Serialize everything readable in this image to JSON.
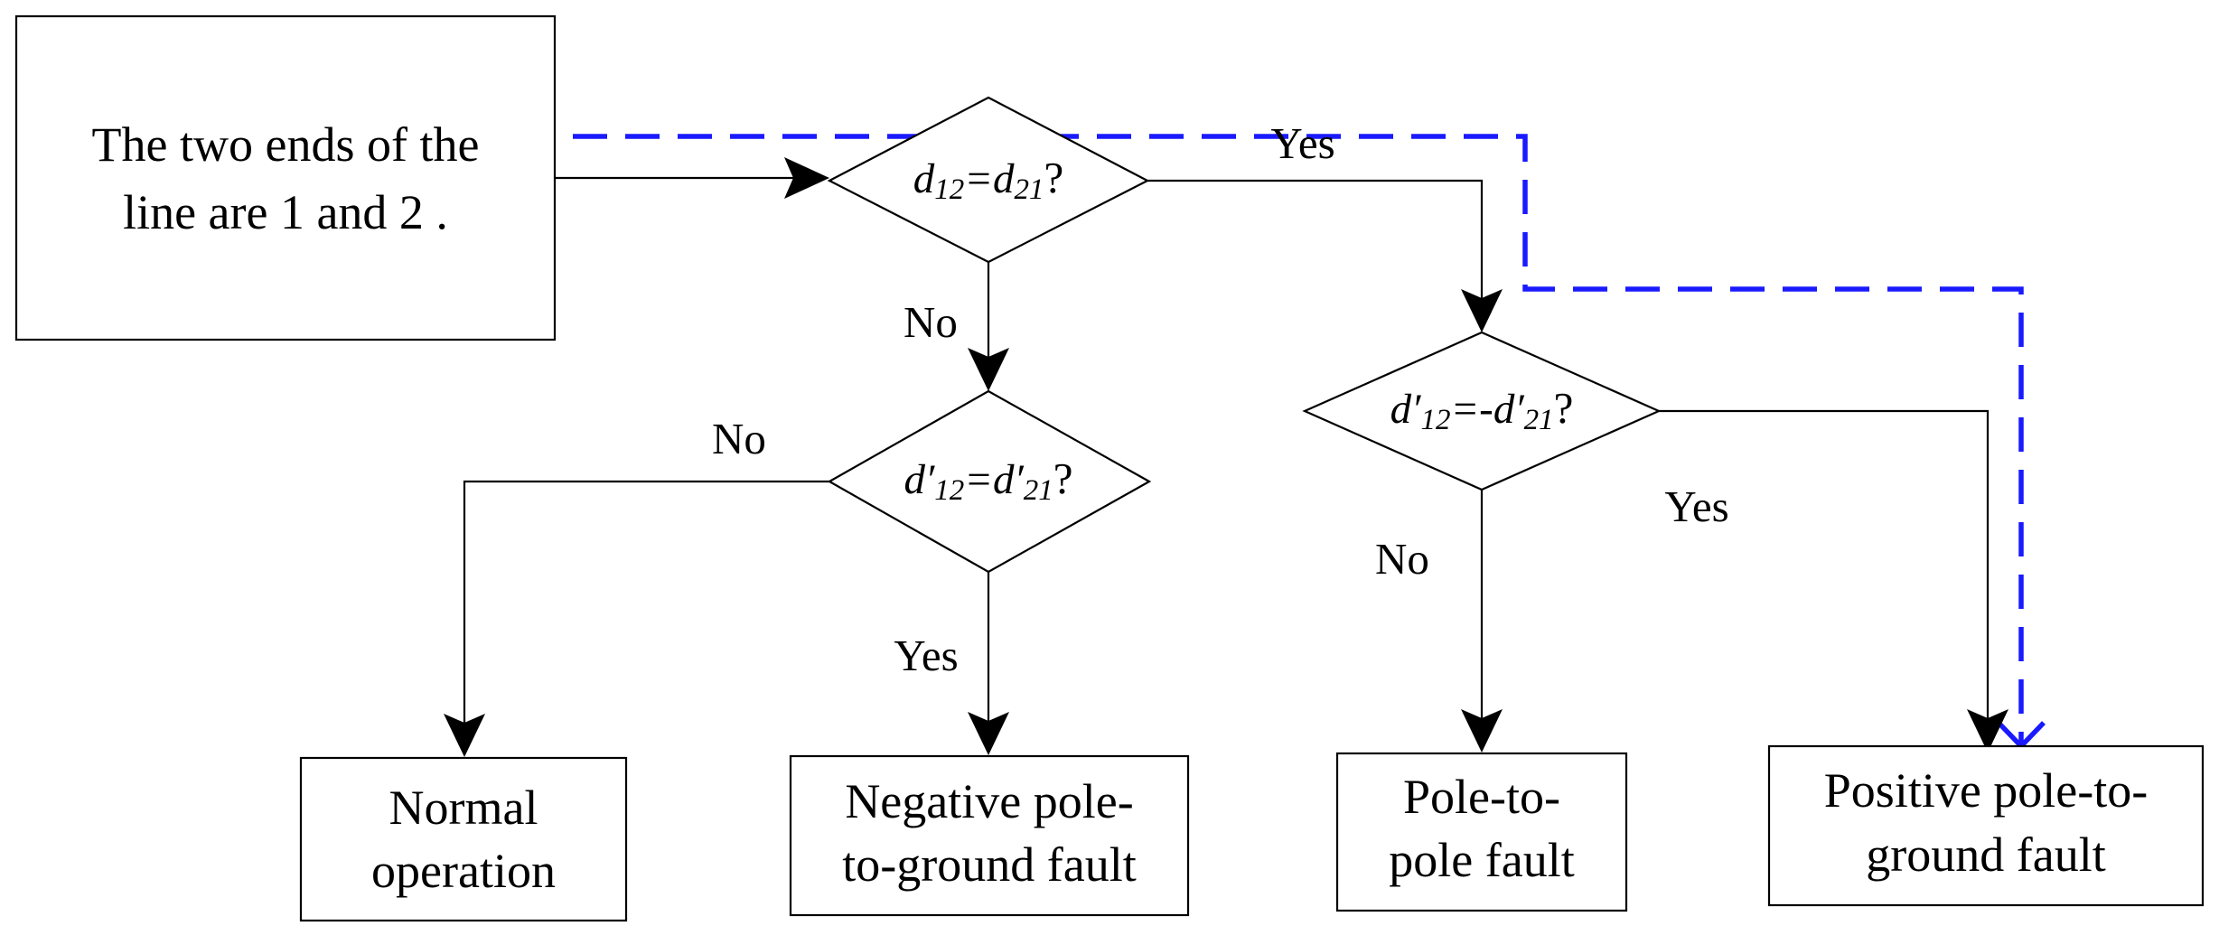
{
  "start": {
    "line1": "The two ends of the",
    "line2": "line are 1 and 2 ."
  },
  "decisions": {
    "d1": {
      "a": "d",
      "a_sub": "12",
      "op": "=",
      "b": "d",
      "b_sub": "21",
      "q": "?"
    },
    "d2": {
      "a": "d′",
      "a_sub": "12",
      "op": "=",
      "b": "d′",
      "b_sub": "21",
      "q": "?"
    },
    "d3": {
      "a": "d′",
      "a_sub": "12",
      "op": "=-",
      "b": "d′",
      "b_sub": "21",
      "q": "?"
    }
  },
  "edges": {
    "d1_yes": "Yes",
    "d1_no": "No",
    "d2_no": "No",
    "d2_yes": "Yes",
    "d3_yes": "Yes",
    "d3_no": "No"
  },
  "outcomes": {
    "normal": {
      "line1": "Normal",
      "line2": "operation"
    },
    "negative": {
      "line1": "Negative pole-",
      "line2": "to-ground fault"
    },
    "pole_to_pole": {
      "line1": "Pole-to-",
      "line2": "pole fault"
    },
    "positive": {
      "line1": "Positive pole-to-",
      "line2": "ground fault"
    }
  },
  "colors": {
    "line": "#000000",
    "highlight_path": "#1a1aff"
  }
}
